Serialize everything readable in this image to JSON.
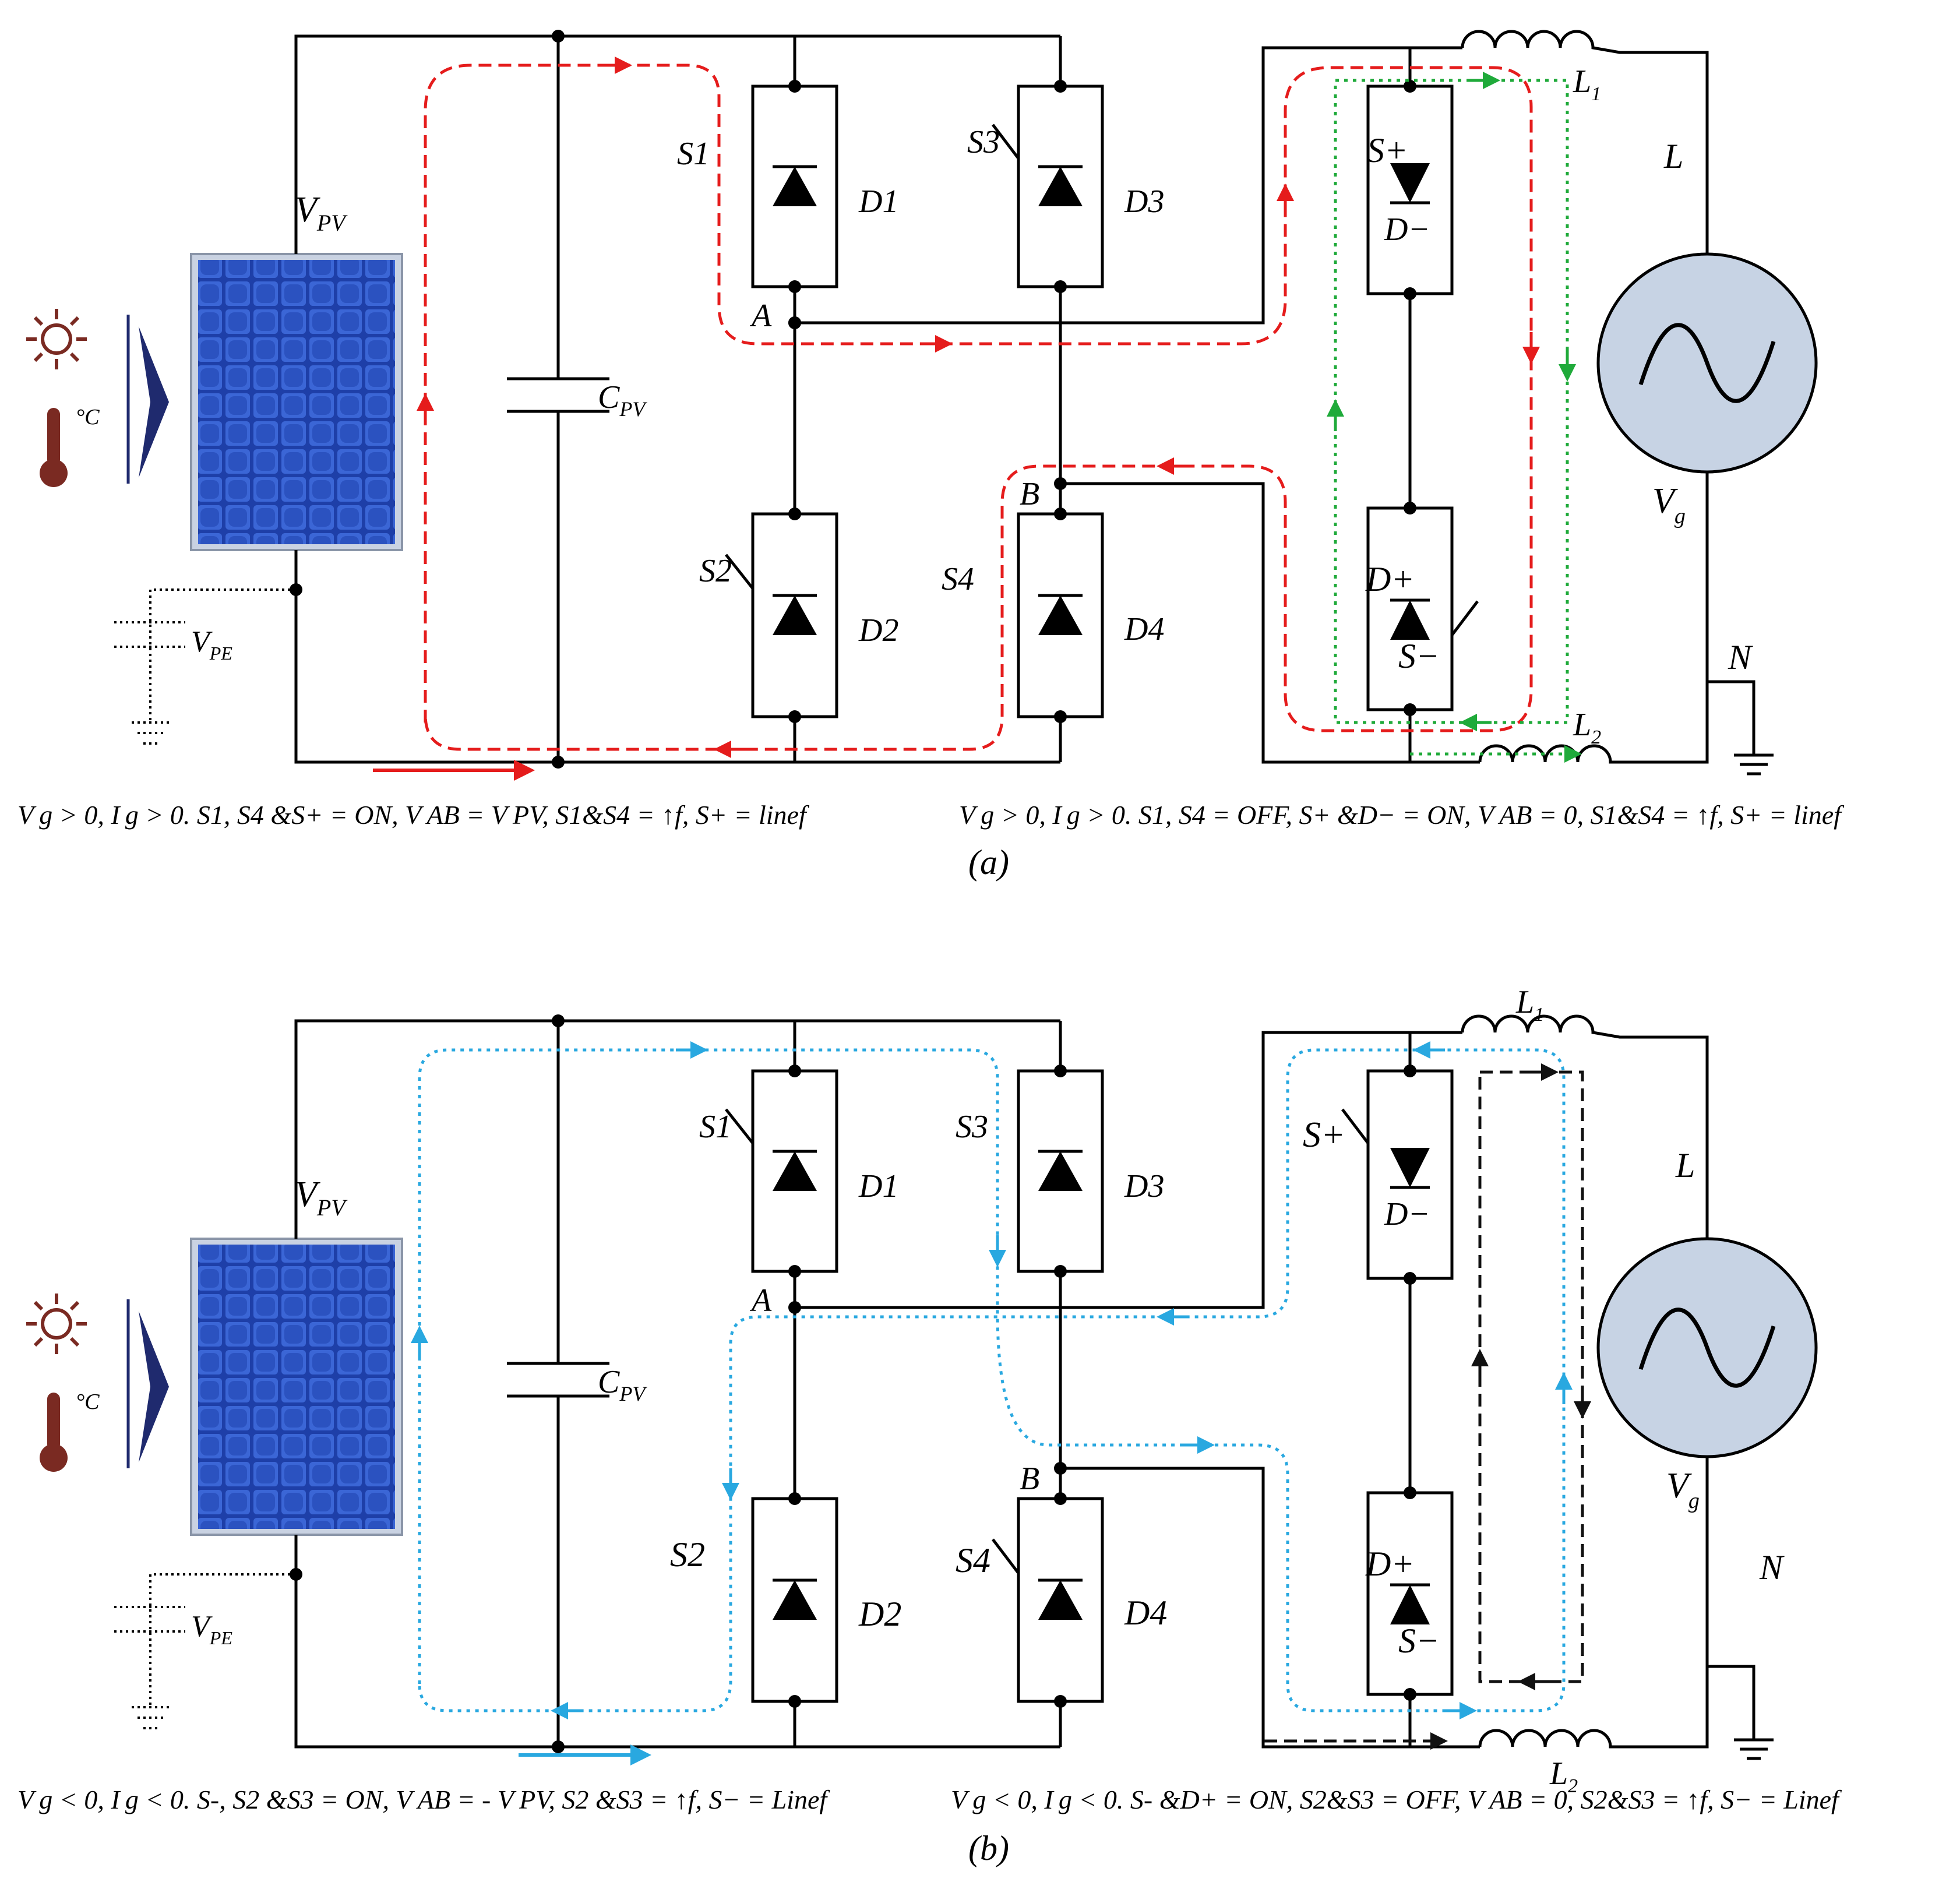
{
  "colors": {
    "path_red": "#e51c1c",
    "path_green": "#1faa3a",
    "path_blue": "#29a8e0",
    "path_black": "#111111",
    "panel_blue": "#2f57c8",
    "grid_source": "#c7d3e4",
    "sun": "#7a2a22"
  },
  "icons": [
    "sun-icon",
    "thermometer-icon",
    "pv-panel-icon",
    "ac-source-icon",
    "ground-icon"
  ],
  "panel_a": {
    "v_pv": "PV",
    "c_pv": "PV",
    "v_pe": "PE",
    "s1": "S1",
    "s2": "S2",
    "s3": "S3",
    "s4": "S4",
    "d1": "D1",
    "d2": "D2",
    "d3": "D3",
    "d4": "D4",
    "node_a": "A",
    "node_b": "B",
    "s_plus": "S+",
    "d_minus": "D−",
    "d_plus": "D+",
    "s_minus": "S−",
    "l1": "L",
    "l1_sub": "1",
    "l2": "L",
    "l2_sub": "2",
    "line": "L",
    "neutral": "N",
    "vg": "V",
    "vg_sub": "g",
    "temp": "°C",
    "caption_left": "V g > 0, I g > 0.  S1, S4 &S+ = ON, V AB = V PV, S1&S4 = ↑f, S+ = linef",
    "caption_right": "V g > 0, I g > 0.  S1, S4 = OFF, S+ &D− = ON, V AB = 0, S1&S4 = ↑f, S+ = linef",
    "label": "(a)"
  },
  "panel_b": {
    "v_pv": "PV",
    "c_pv": "PV",
    "v_pe": "PE",
    "s1": "S1",
    "s2": "S2",
    "s3": "S3",
    "s4": "S4",
    "d1": "D1",
    "d2": "D2",
    "d3": "D3",
    "d4": "D4",
    "node_a": "A",
    "node_b": "B",
    "s_plus": "S+",
    "d_minus": "D−",
    "d_plus": "D+",
    "s_minus": "S−",
    "l1": "L",
    "l1_sub": "1",
    "l2": "L",
    "l2_sub": "2",
    "line": "L",
    "neutral": "N",
    "vg": "V",
    "vg_sub": "g",
    "temp": "°C",
    "caption_left": "V g < 0, I g < 0.  S-, S2 &S3 = ON, V AB = - V PV, S2 &S3 = ↑f, S− = Linef",
    "caption_right": "V g < 0, I g < 0.  S- &D+ = ON, S2&S3 = OFF, V AB = 0, S2&S3 = ↑f, S− = Linef",
    "label": "(b)"
  }
}
